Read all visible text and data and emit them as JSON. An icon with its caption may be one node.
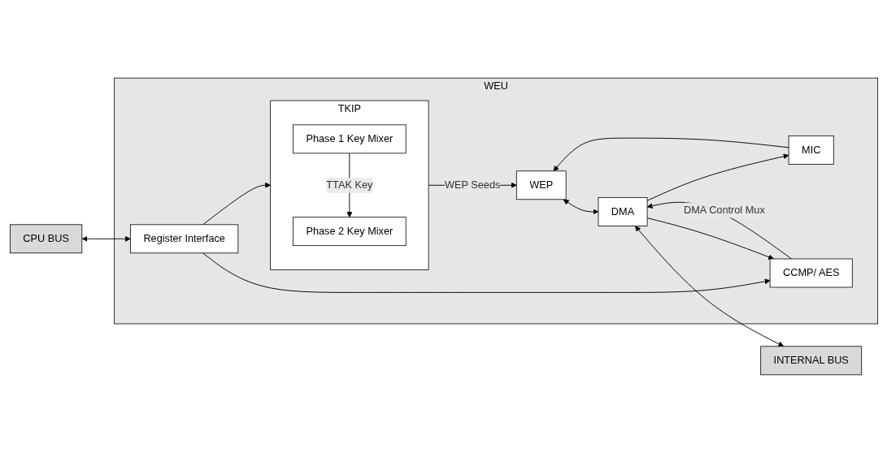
{
  "diagram": {
    "nodes": [
      {
        "text": [
          "CPU BUS"
        ]
      },
      {
        "text": [
          "WEU"
        ]
      },
      {
        "text": [
          "Register Interface"
        ],
        "in": 1
      },
      {
        "text": [
          "TKIP"
        ],
        "in": 1
      },
      {
        "text": [
          "Phase 1 Key Mixer"
        ],
        "in": 3
      },
      {
        "text": [
          "Phase 2 Key Mixer"
        ],
        "in": 3
      },
      {
        "text": [
          "MIC"
        ],
        "in": 1
      },
      {
        "text": [
          "WEP"
        ],
        "in": 1
      },
      {
        "text": [
          "DMA"
        ],
        "in": 1
      },
      {
        "text": [
          "CCMP/ AES"
        ],
        "in": 1
      },
      {
        "text": [
          "INTERNAL BUS"
        ]
      }
    ],
    "edges": [
      {
        "from": 0,
        "to": 2,
        "arrow": "both"
      },
      {
        "from": 2,
        "to": 3,
        "arrow": "to"
      },
      {
        "from": 4,
        "to": 5,
        "arrow": "to",
        "label": "TTAK Key"
      },
      {
        "from": 3,
        "to": 7,
        "arrow": "to",
        "label": "WEP Seeds"
      },
      {
        "from": 6,
        "to": 7,
        "arrow": "to"
      },
      {
        "from": 8,
        "to": 6,
        "arrow": "to"
      },
      {
        "from": 7,
        "to": 8,
        "arrow": "both"
      },
      {
        "from": 8,
        "to": 10,
        "arrow": "both"
      },
      {
        "from": 2,
        "to": 9,
        "arrow": "to"
      },
      {
        "from": 8,
        "to": 9,
        "arrow": "to"
      },
      {
        "from": 9,
        "to": 8,
        "arrow": "to",
        "label": "DMA Control Mux"
      }
    ]
  }
}
